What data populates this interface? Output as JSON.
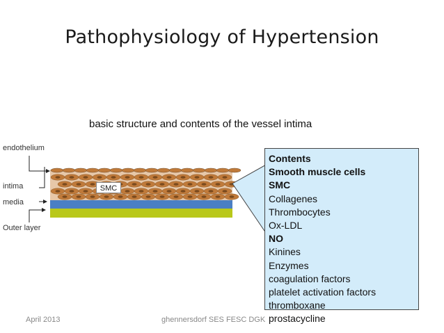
{
  "title": "Pathophysiology of Hypertension",
  "subtitle": "basic structure and contents of the vessel intima",
  "labels": {
    "endothelium": "endothelium",
    "intima": "intima",
    "media": "media",
    "outer_layer": "Outer layer",
    "smc": "SMC"
  },
  "contents": {
    "heading": "Contents",
    "items": [
      {
        "text": "Smooth muscle cells",
        "bold": true
      },
      {
        "text": "SMC",
        "bold": true
      },
      {
        "text": "Collagenes",
        "bold": false
      },
      {
        "text": "Thrombocytes",
        "bold": false
      },
      {
        "text": "Ox-LDL",
        "bold": false
      },
      {
        "text": "NO",
        "bold": true
      },
      {
        "text": "Kinines",
        "bold": false
      },
      {
        "text": "Enzymes",
        "bold": false
      },
      {
        "text": "coagulation factors",
        "bold": false
      },
      {
        "text": "platelet activation factors",
        "bold": false
      },
      {
        "text": "thromboxane",
        "bold": false
      },
      {
        "text": "prostacycline",
        "bold": false
      }
    ]
  },
  "footer": {
    "date": "April 2013",
    "author": "ghennersdorf SES FESC DGK"
  },
  "colors": {
    "callout_bg": "#d3ecfa",
    "media_blue": "#4a7fc4",
    "outer_yellow": "#b9c81a",
    "cell_brown": "#c07a3a",
    "cell_nucleus": "#7a4a1e"
  }
}
